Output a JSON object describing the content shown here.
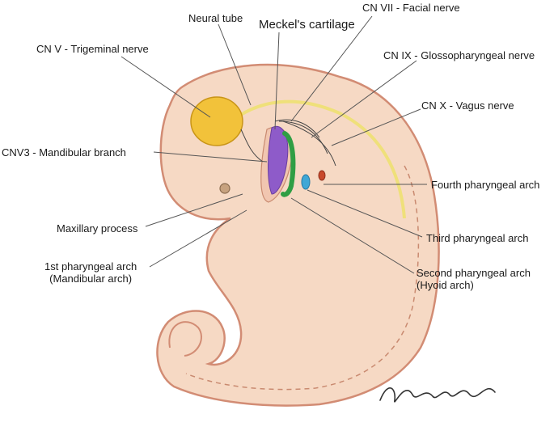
{
  "labels": {
    "neural_tube": "Neural tube",
    "meckels_cartilage": "Meckel's cartilage",
    "cn7": "CN VII - Facial nerve",
    "cn5": "CN V - Trigeminal nerve",
    "cn9": "CN IX - Glossopharyngeal nerve",
    "cn10": "CN X - Vagus nerve",
    "cnv3": "CNV3 - Mandibular branch",
    "fourth_arch": "Fourth pharyngeal arch",
    "maxillary": "Maxillary process",
    "third_arch": "Third pharyngeal arch",
    "first_arch_1": "1st pharyngeal arch",
    "first_arch_2": "(Mandibular arch)",
    "second_arch_1": "Second pharyngeal arch",
    "second_arch_2": "(Hyoid arch)",
    "signature": "Hala Aziz"
  },
  "colors": {
    "skin": "#f6d9c4",
    "outline": "#d28c74",
    "trigeminal": "#f2c23a",
    "neural": "#efe07a",
    "meckel": "#8e5bc9",
    "facial_green": "#2f9e44",
    "blue": "#3fa7d6",
    "red": "#c8492c"
  }
}
